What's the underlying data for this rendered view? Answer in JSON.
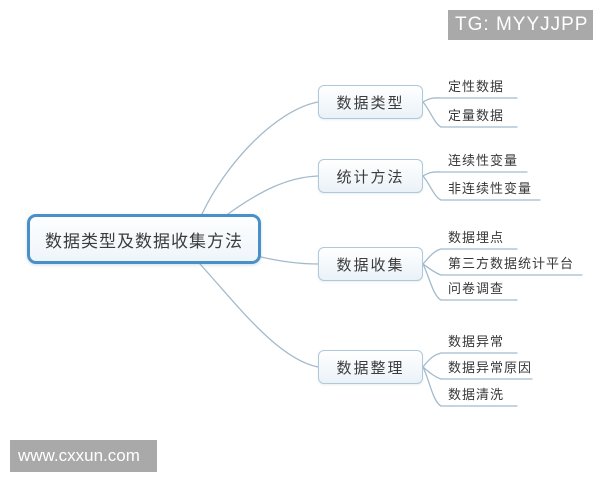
{
  "watermarks": {
    "tg_badge": "TG: MYYJJPP",
    "site_badge": "www.cxxun.com"
  },
  "mindmap": {
    "root": {
      "label": "数据类型及数据收集方法"
    },
    "branches": [
      {
        "label": "数据类型",
        "leaves": [
          "定性数据",
          "定量数据"
        ]
      },
      {
        "label": "统计方法",
        "leaves": [
          "连续性变量",
          "非连续性变量"
        ]
      },
      {
        "label": "数据收集",
        "leaves": [
          "数据埋点",
          "第三方数据统计平台",
          "问卷调查"
        ]
      },
      {
        "label": "数据整理",
        "leaves": [
          "数据异常",
          "数据异常原因",
          "数据清洗"
        ]
      }
    ]
  },
  "colors": {
    "root_border": "#4a90c6",
    "branch_border": "#afc8da",
    "edge_line": "#a3bbcd",
    "text": "#3c3c3c",
    "watermark_bg": "#a9a9a9",
    "watermark_text": "#ffffff"
  }
}
